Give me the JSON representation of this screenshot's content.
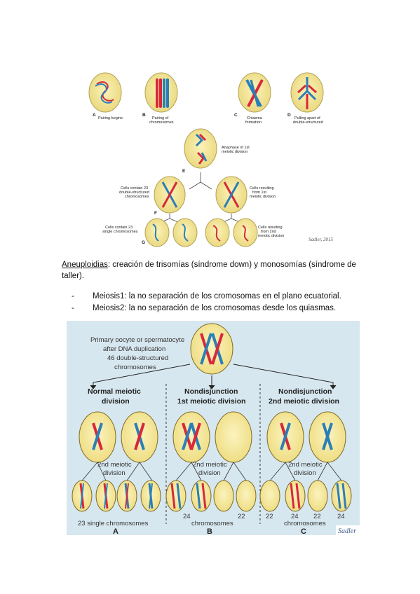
{
  "figure1": {
    "labels": {
      "a": "Pairing begins",
      "b1": "Pairing of",
      "b2": "chromosomes",
      "c1": "Chiasma",
      "c2": "formation",
      "d1": "Pulling apart of",
      "d2": "double-structured",
      "e1": "Anaphase of 1st",
      "e2": "meiotic division",
      "fl1": "Cells contain 23",
      "fl2": "double-structured",
      "fl3": "chromosomes",
      "fr1": "Cells resulting",
      "fr2": "from 1st",
      "fr3": "meiotic division",
      "gl1": "Cells contain 23",
      "gl2": "single chromosomes",
      "gr1": "Cells resulting",
      "gr2": "from 2nd",
      "gr3": "meiotic division"
    },
    "letters": {
      "A": "A",
      "B": "B",
      "C": "C",
      "D": "D",
      "E": "E",
      "F": "F",
      "G": "G"
    },
    "signature": "Sadler, 2015"
  },
  "text": {
    "term": "Aneuploidias",
    "definition": ": creación de trisomías (síndrome down) y monosomías (síndrome de taller).",
    "bullets": [
      {
        "dash": "-",
        "text": "Meiosis1: la no separación de los cromosomas en el plano ecuatorial."
      },
      {
        "dash": "-",
        "text": "Meiosis2: la no separación de los cromosomas desde los quiasmas."
      }
    ]
  },
  "figure2": {
    "top_label": [
      "Primary oocyte or spermatocyte",
      "after DNA duplication",
      "46 double-structured",
      "chromosomes"
    ],
    "columns": {
      "a_head": [
        "Normal meiotic",
        "division"
      ],
      "b_head": [
        "Nondisjunction",
        "1st meiotic division"
      ],
      "c_head": [
        "Nondisjunction",
        "2nd meiotic division"
      ]
    },
    "second_div": [
      "2nd meiotic",
      "division"
    ],
    "bottom": {
      "a_caption": "23 single chromosomes",
      "b_n1": "24",
      "b_n2": "22",
      "b_caption": "chromosomes",
      "c_n1": "22",
      "c_n2": "24",
      "c_n3": "22",
      "c_n4": "24",
      "c_caption": "chromosomes"
    },
    "letters": {
      "A": "A",
      "B": "B",
      "C": "C"
    },
    "signature": "Sadler",
    "colors": {
      "cell_fill": "#f3e79b",
      "cell_stroke": "#7d6b2a",
      "red": "#d8283a",
      "blue": "#2a7fb8",
      "bg": "#d7e7ef"
    }
  }
}
